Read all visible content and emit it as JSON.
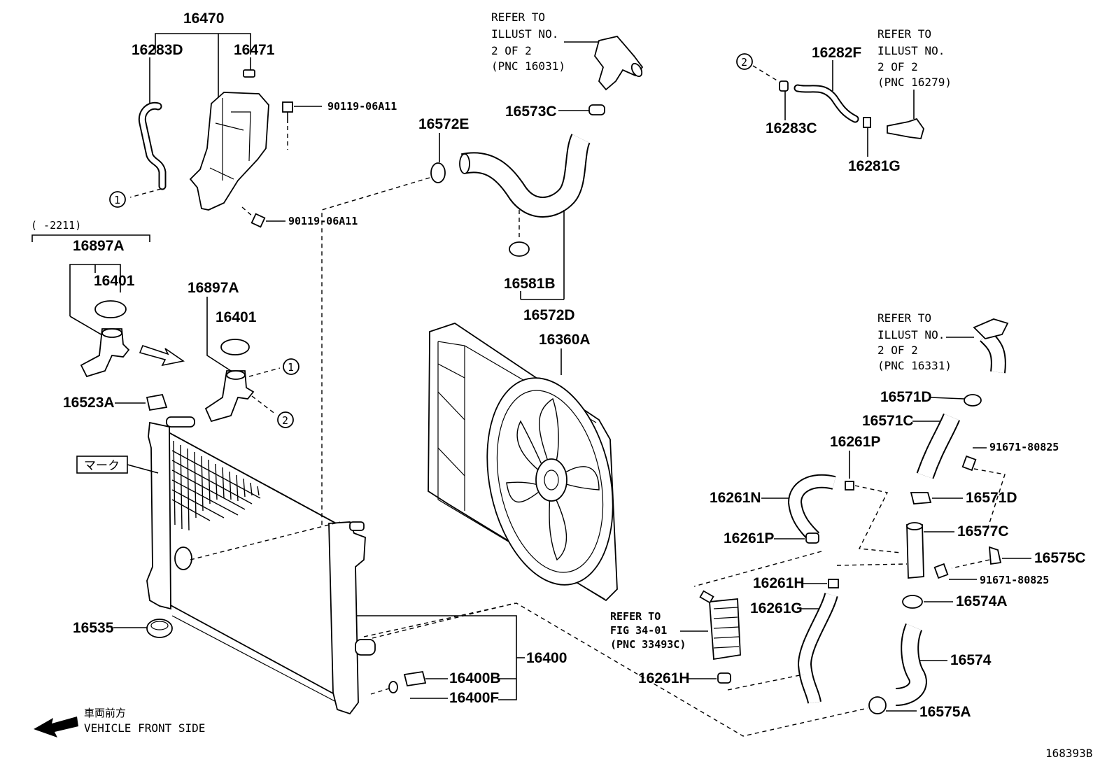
{
  "parts": {
    "p16470": "16470",
    "p16283D": "16283D",
    "p16471": "16471",
    "p90119a": "90119-06A11",
    "p90119b": "90119-06A11",
    "p16572E": "16572E",
    "p16573C": "16573C",
    "p16282F": "16282F",
    "p16283C": "16283C",
    "p16281G": "16281G",
    "p16897A_a": "16897A",
    "p16401_a": "16401",
    "p16897A_b": "16897A",
    "p16401_b": "16401",
    "p16523A": "16523A",
    "p16581B": "16581B",
    "p16572D": "16572D",
    "p16360A": "16360A",
    "p16571D_a": "16571D",
    "p16571C": "16571C",
    "p91671a": "91671-80825",
    "p16261P_a": "16261P",
    "p16261N": "16261N",
    "p16571D_b": "16571D",
    "p16577C": "16577C",
    "p16261P_b": "16261P",
    "p16575C": "16575C",
    "p16261H_a": "16261H",
    "p91671b": "91671-80825",
    "p16574A": "16574A",
    "p16261G": "16261G",
    "p16574": "16574",
    "p16261H_b": "16261H",
    "p16575A": "16575A",
    "p16535": "16535",
    "p16400": "16400",
    "p16400B": "16400B",
    "p16400F": "16400F"
  },
  "refs": {
    "ref1": [
      "REFER TO",
      "ILLUST NO.",
      "2 OF 2",
      "(PNC 16031)"
    ],
    "ref2": [
      "REFER TO",
      "ILLUST NO.",
      "2 OF 2",
      "(PNC 16279)"
    ],
    "ref3": [
      "REFER TO",
      "ILLUST NO.",
      "2 OF 2",
      "(PNC 16331)"
    ],
    "ref4": [
      "REFER TO",
      "FIG 34-01",
      "(PNC 33493C)"
    ]
  },
  "labels": {
    "date_range": "(    -2211)",
    "mark": "マーク",
    "front_jp": "車両前方",
    "front_en": "VEHICLE FRONT SIDE",
    "circle1": "1",
    "circle2": "2",
    "illus_id": "168393B"
  }
}
